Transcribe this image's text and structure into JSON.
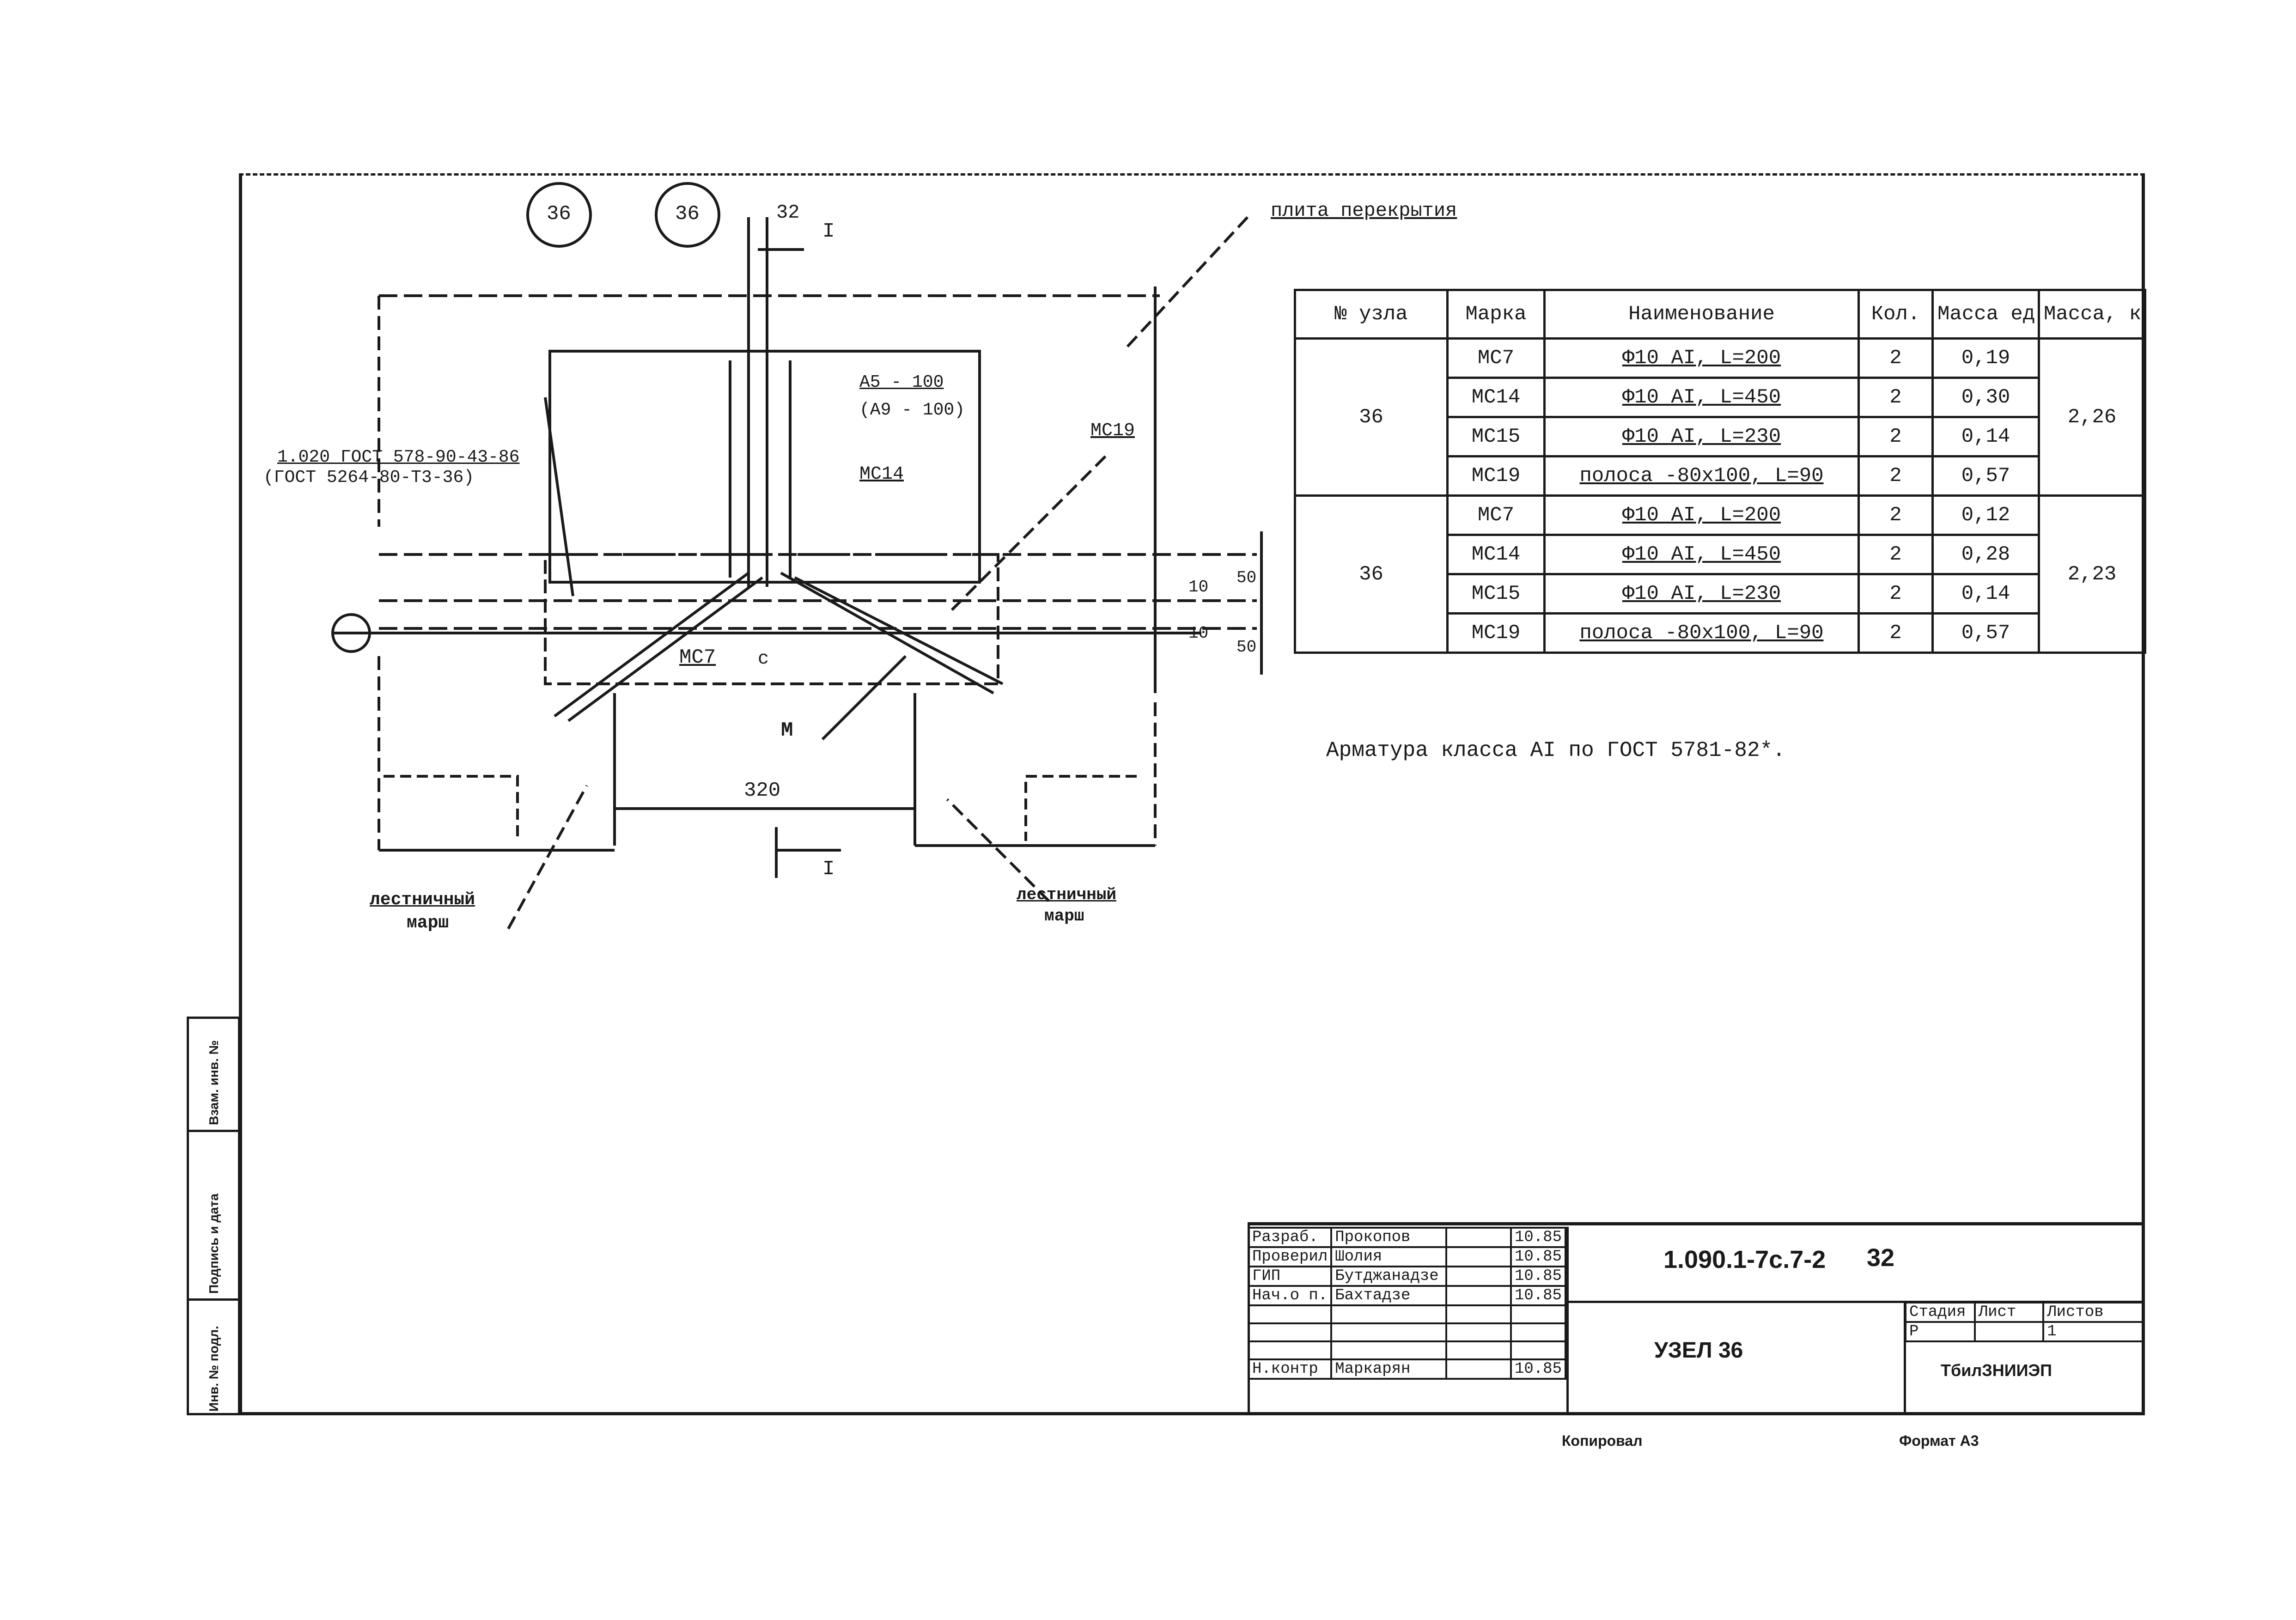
{
  "drawing": {
    "node_marks": [
      "36",
      "36"
    ],
    "dim_top": "32",
    "section_mark": "I",
    "label_slab": "плита перекрытия",
    "label_gost_1": "1.020 ГОСТ 578-90-43-86",
    "label_gost_2": "(ГОСТ 5264-80-Т3-36)",
    "label_weld": "A5 - 100",
    "label_weld_2": "(A9 - 100)",
    "label_mc14": "МС14",
    "label_mc19": "МС19",
    "label_mc7": "МС7",
    "label_m": "М",
    "label_c": "с",
    "dim_320": "320",
    "dim_10": "10",
    "dim_50a": "50",
    "dim_50b": "50",
    "dim_10b": "10",
    "label_left_march": "лестничный",
    "label_left_march_2": "марш",
    "label_right_march": "лестничный",
    "label_right_march_2": "марш",
    "section_mark_bottom": "I"
  },
  "spec_table": {
    "headers": [
      "№ узла",
      "Марка",
      "Наименование",
      "Кол.",
      "Масса ед., кг",
      "Масса, кг"
    ],
    "groups": [
      {
        "node": "36",
        "total_mass": "2,26",
        "rows": [
          {
            "mark": "МС7",
            "name": "Ф10 АI, L=200",
            "qty": "2",
            "mass": "0,19"
          },
          {
            "mark": "МС14",
            "name": "Ф10 АI, L=450",
            "qty": "2",
            "mass": "0,30"
          },
          {
            "mark": "МС15",
            "name": "Ф10 АI, L=230",
            "qty": "2",
            "mass": "0,14"
          },
          {
            "mark": "МС19",
            "name": "полоса -80х100, L=90",
            "qty": "2",
            "mass": "0,57"
          }
        ]
      },
      {
        "node": "36",
        "total_mass": "2,23",
        "rows": [
          {
            "mark": "МС7",
            "name": "Ф10 АI, L=200",
            "qty": "2",
            "mass": "0,12"
          },
          {
            "mark": "МС14",
            "name": "Ф10 АI, L=450",
            "qty": "2",
            "mass": "0,28"
          },
          {
            "mark": "МС15",
            "name": "Ф10 АI, L=230",
            "qty": "2",
            "mass": "0,14"
          },
          {
            "mark": "МС19",
            "name": "полоса -80х100, L=90",
            "qty": "2",
            "mass": "0,57"
          }
        ]
      }
    ]
  },
  "note": "Арматура класса АI по ГОСТ 5781-82*.",
  "title_block": {
    "roles": [
      "Разраб.",
      "Проверил",
      "ГИП",
      "Нач.о п.",
      "",
      "",
      "Н.контр"
    ],
    "names": [
      "Прокопов",
      "Шолия",
      "Бутджанадзе",
      "Бахтадзе",
      "",
      "",
      "Маркарян"
    ],
    "dates": [
      "10.85",
      "10.85",
      "10.85",
      "10.85",
      "",
      "",
      "10.85"
    ],
    "doc_code": "1.090.1-7с.7-2",
    "sheet_num": "32",
    "title": "УЗЕЛ 36",
    "stage_h": "Стадия",
    "sheet_h": "Лист",
    "sheets_h": "Листов",
    "stage": "Р",
    "sheets": "1",
    "org": "ТбилЗНИИЭП"
  },
  "side_stamp": [
    "Взам. инв. №",
    "Подпись и дата",
    "Инв. № подл."
  ],
  "footer": {
    "copied": "Копировал",
    "format": "Формат А3"
  }
}
